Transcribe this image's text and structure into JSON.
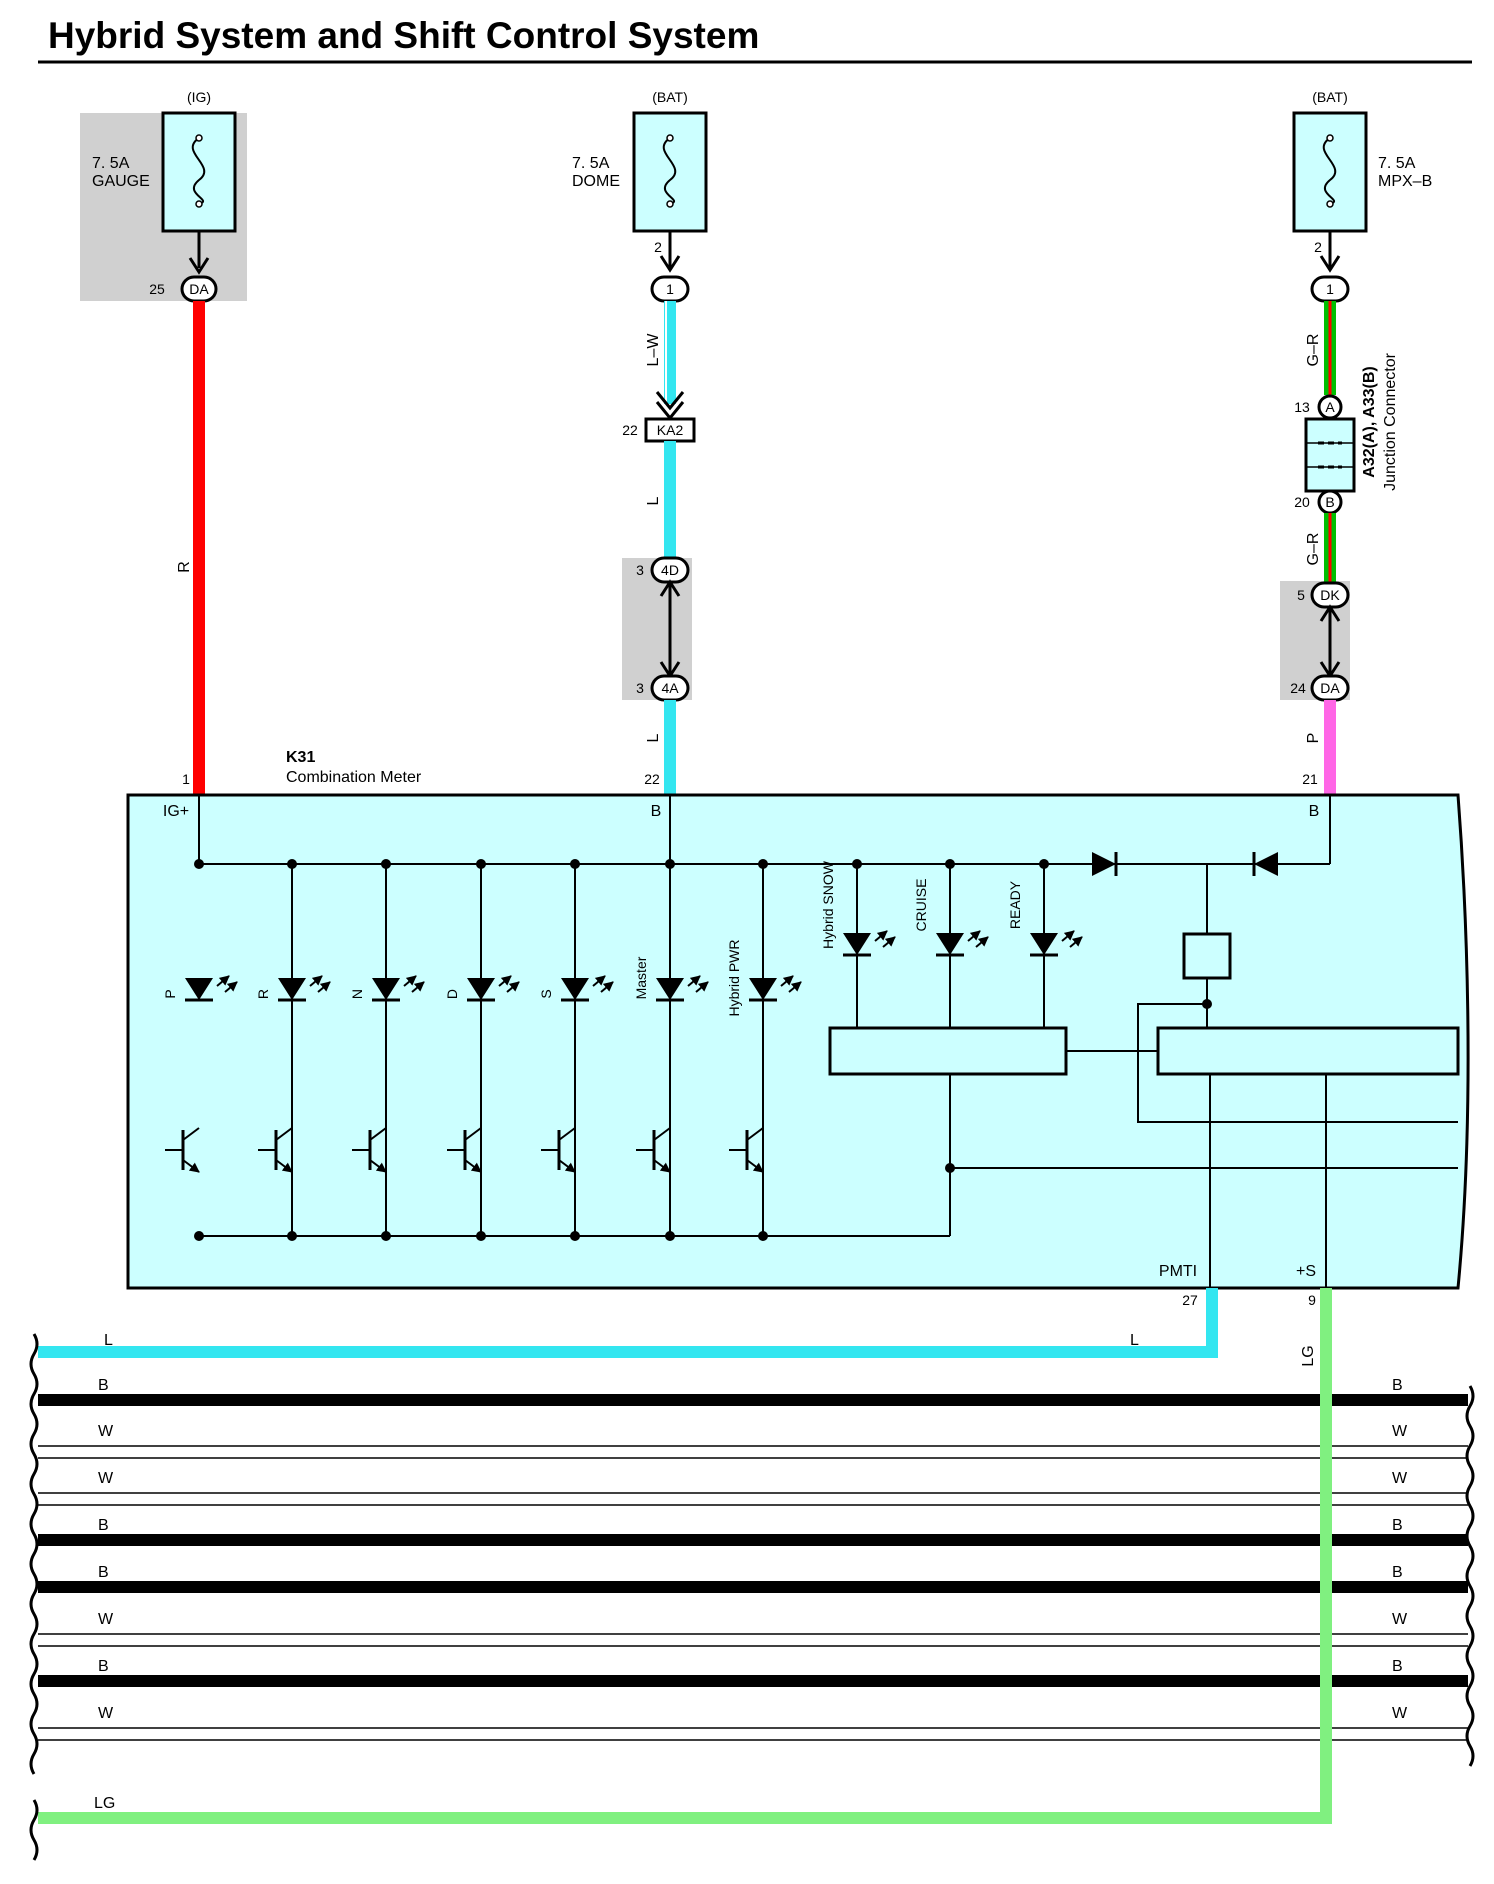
{
  "title": "Hybrid System and Shift Control System",
  "colors": {
    "red": "#ff0000",
    "light_blue": "#33e6f0",
    "green": "#00c000",
    "pink": "#ff66e6",
    "light_green": "#80f080",
    "component_fill": "#ccffff",
    "shade": "#d0d0d0"
  },
  "fuses": {
    "gauge": {
      "source": "(IG)",
      "rating": "7. 5A",
      "name": "GAUGE"
    },
    "dome": {
      "source": "(BAT)",
      "rating": "7. 5A",
      "name": "DOME"
    },
    "mpxb": {
      "source": "(BAT)",
      "rating": "7. 5A",
      "name": "MPX–B"
    }
  },
  "connectors": {
    "c1_pin": "25",
    "c1_name": "DA",
    "c2_fuse_pin": "2",
    "c2_term": "1",
    "c2_ka2_pin": "22",
    "c2_ka2_name": "KA2",
    "c2_4d_pin": "3",
    "c2_4d_name": "4D",
    "c2_4a_pin": "3",
    "c2_4a_name": "4A",
    "c3_fuse_pin": "2",
    "c3_term": "1",
    "c3_a_pin": "13",
    "c3_a_name": "A",
    "c3_b_pin": "20",
    "c3_b_name": "B",
    "c3_dk_pin": "5",
    "c3_dk_name": "DK",
    "c3_da_pin": "24",
    "c3_da_name": "DA"
  },
  "wires": {
    "col1": "R",
    "col2_top": "L–W",
    "col2_mid": "L",
    "col2_bot": "L",
    "col3_top": "G–R",
    "col3_mid": "G–R",
    "col3_bot": "P",
    "pmti_out": "L",
    "s_out": "LG"
  },
  "junction": {
    "line1": "A32(A), A33(B)",
    "line2": "Junction Connector"
  },
  "meter": {
    "code": "K31",
    "name": "Combination Meter",
    "pin_ig": "1",
    "term_ig": "IG+",
    "pin_b1": "22",
    "term_b1": "B",
    "pin_b2": "21",
    "term_b2": "B",
    "pin_pmti": "27",
    "term_pmti": "PMTI",
    "pin_s": "9",
    "term_s": "+S"
  },
  "indicators": [
    "P",
    "R",
    "N",
    "D",
    "S",
    "Master",
    "Hybrid PWR",
    "Hybrid SNOW",
    "CRUISE",
    "READY"
  ],
  "bus": {
    "L_left": "L",
    "L_right": "L",
    "B": "B",
    "W": "W",
    "LG": "LG"
  }
}
